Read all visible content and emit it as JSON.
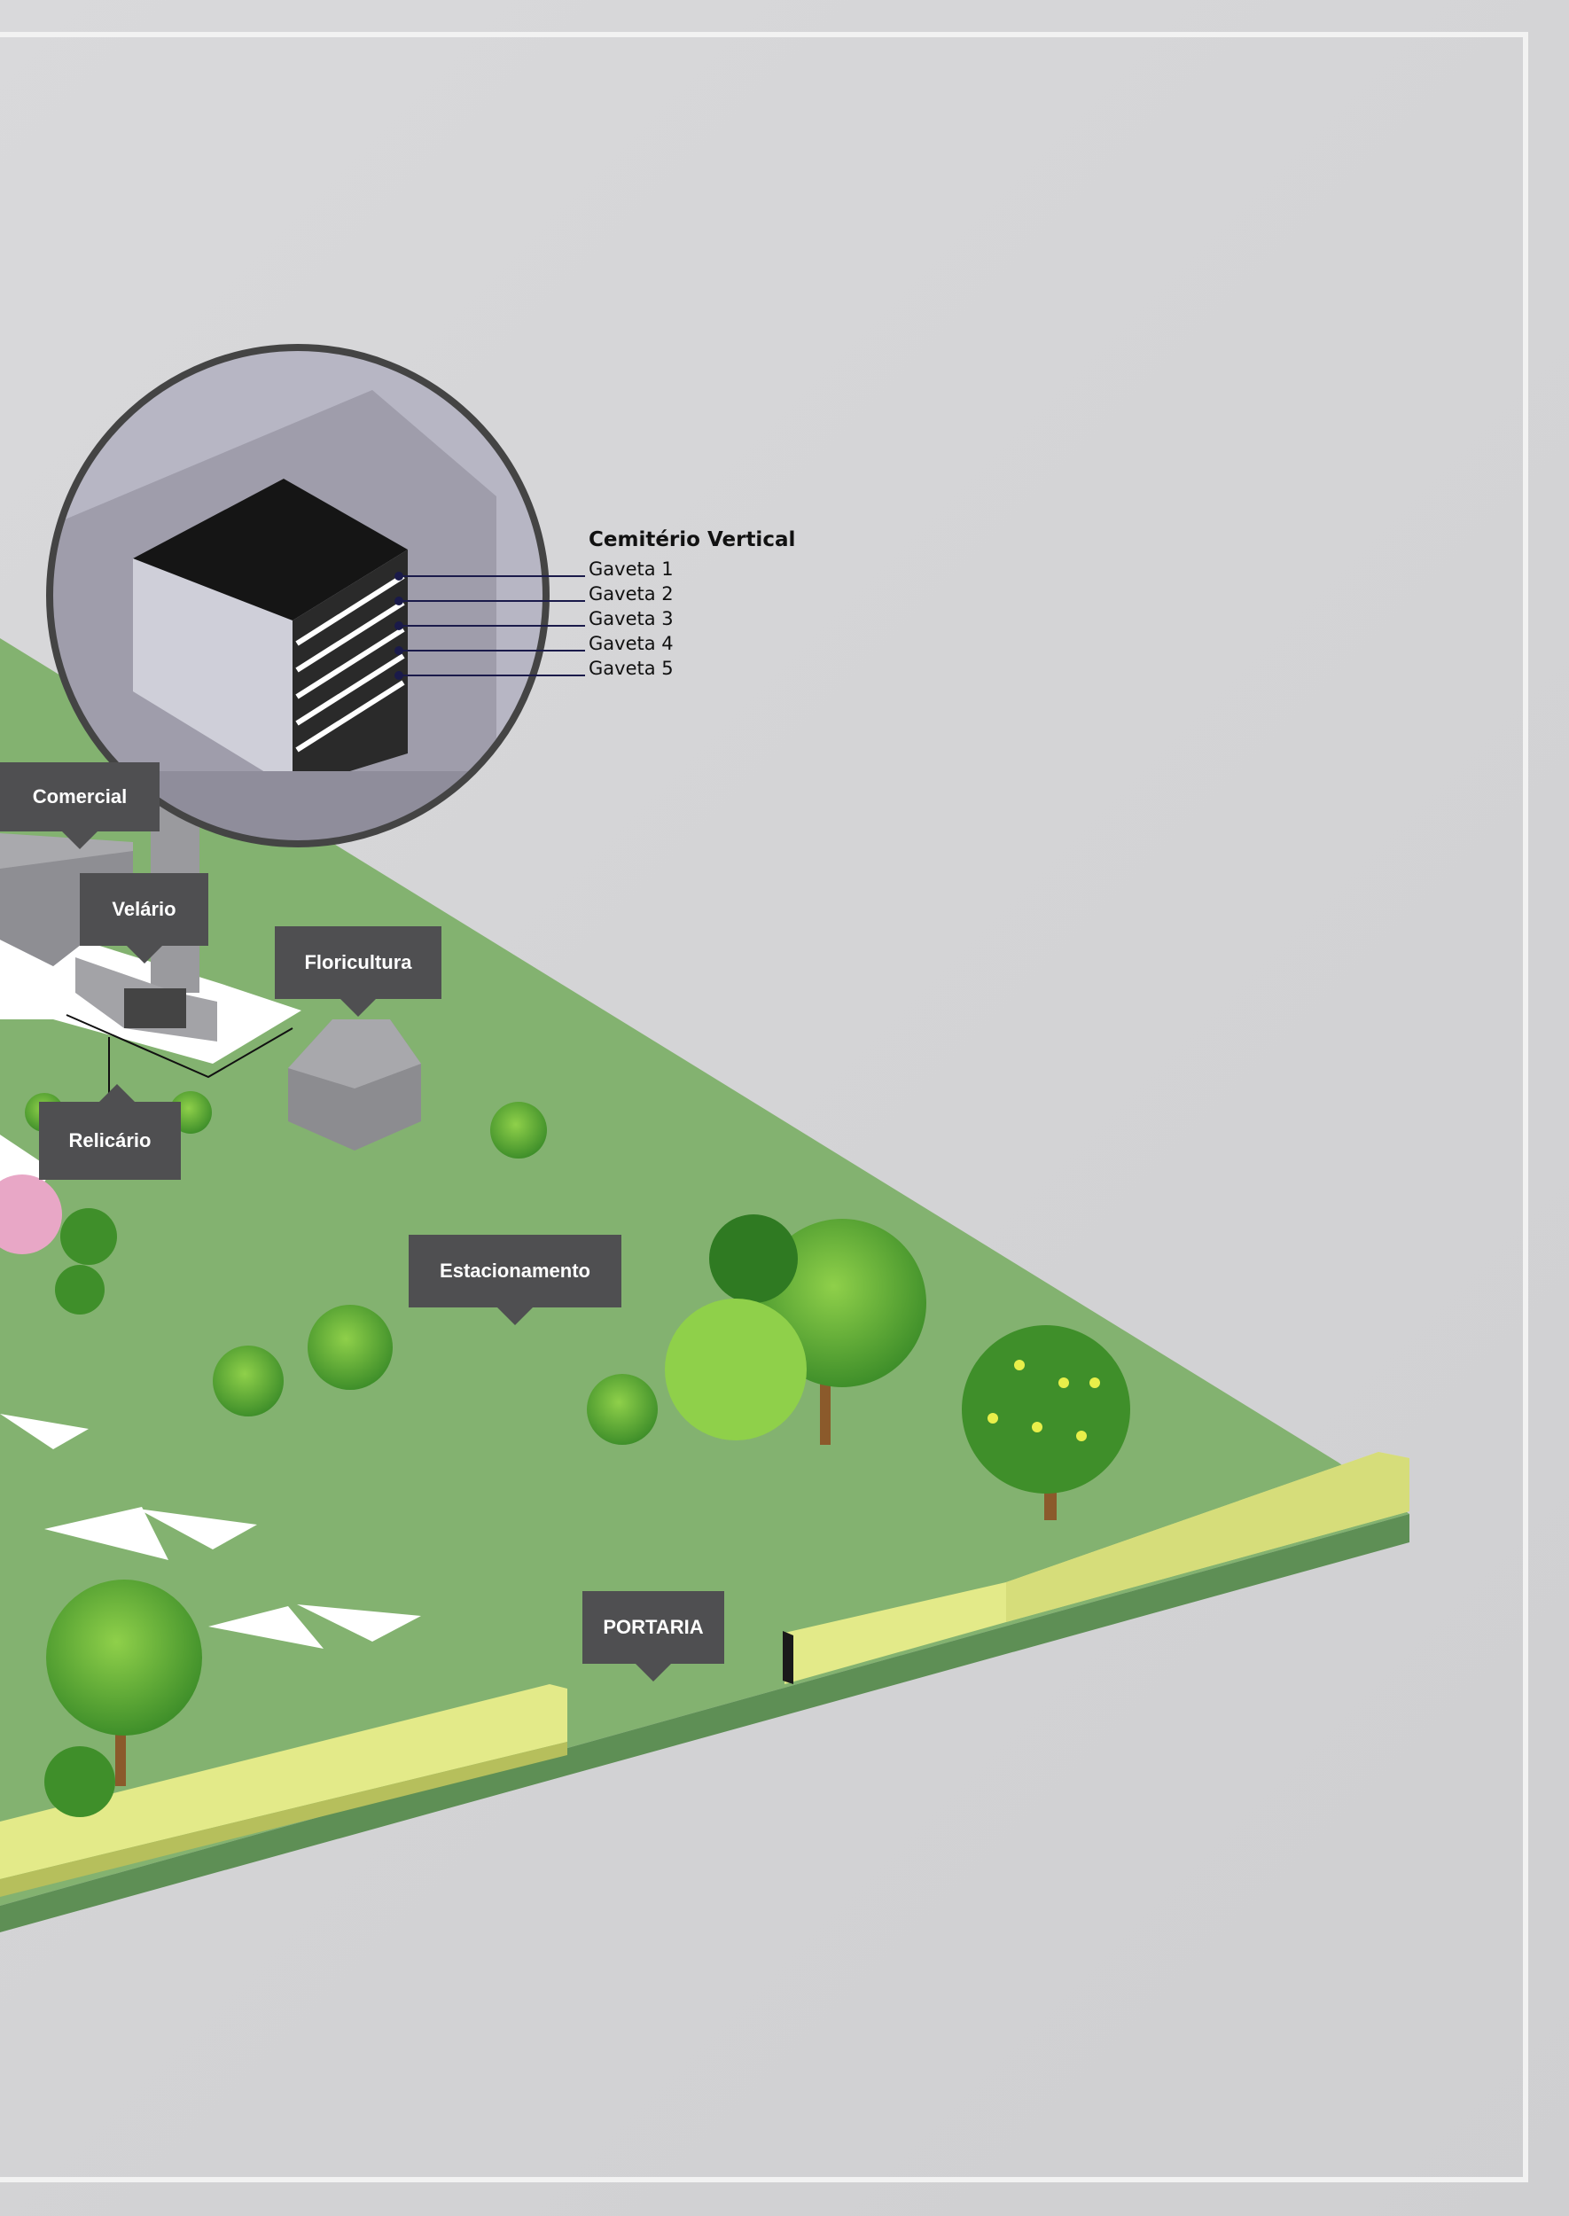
{
  "legend": {
    "title": "Cemitério Vertical",
    "drawers": [
      "Gaveta 1",
      "Gaveta 2",
      "Gaveta 3",
      "Gaveta 4",
      "Gaveta 5"
    ]
  },
  "labels": {
    "comercial": "Comercial",
    "velario": "Velário",
    "floricultura": "Floricultura",
    "relicario": "Relicário",
    "estacionamento": "Estacionamento",
    "portaria": "PORTARIA"
  },
  "colors": {
    "lawn": "#83b270",
    "wall": "#e3ea89",
    "callout": "#4f4f51",
    "building": "#a9a9ad"
  }
}
